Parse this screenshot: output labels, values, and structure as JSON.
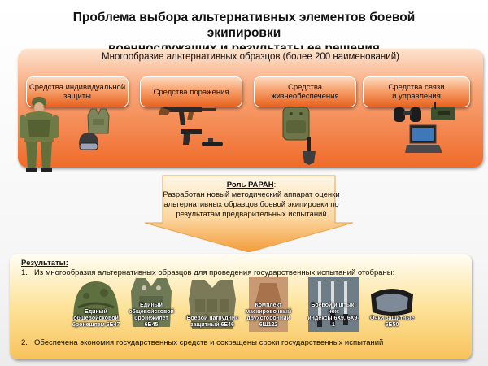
{
  "title": "Проблема выбора альтернативных элементов боевой экипировки\nвоеннослужащих и результаты ее решения",
  "variety": {
    "heading": "Многообразие альтернативных образцов (более 200 наименований)",
    "categories": [
      {
        "label": "Средства индивидуальной\nзащиты",
        "icon": "body-armor-icon"
      },
      {
        "label": "Средства поражения",
        "icon": "rifle-icon"
      },
      {
        "label": "Средства\nжизнеобеспечения",
        "icon": "backpack-icon"
      },
      {
        "label": "Средства связи\nи управления",
        "icon": "radio-icon"
      }
    ]
  },
  "role": {
    "heading": "Роль РАРАН",
    "colon": ":",
    "text": "Разработан новый методический аппарат оценки альтернативных образцов боевой экипировки по результатам предварительных испытаний"
  },
  "results": {
    "heading": "Результаты",
    "colon": ":",
    "item1_num": "1.",
    "item1": "Из многообразия альтернативных образцов для проведения государственных испытаний отобраны:",
    "item2_num": "2.",
    "item2": "Обеспечена экономия государственных средств и сокращены сроки государственных испытаний",
    "selected": [
      {
        "label": "Единый\nобщевойсковой\nбронешлем 6Б47",
        "icon": "helmet-icon"
      },
      {
        "label": "Единый\nобщевойсковой\nбронежилет 6Б45",
        "icon": "vest-icon"
      },
      {
        "label": "Боевой нагрудник\nзащитный 6Е46",
        "icon": "chest-rig-icon"
      },
      {
        "label": "Комплект\nмаскировочный\nдвухсторонний\n6Ш122",
        "icon": "camo-suit-icon"
      },
      {
        "label": "Боевой и штык-нож\nиндексы 6Х9, 6Х9-1",
        "icon": "knife-icon"
      },
      {
        "label": "Очки защитные\n6Б50",
        "icon": "goggles-icon"
      }
    ]
  },
  "colors": {
    "top_panel": "#ef6b2a",
    "bottom_panel": "#f8c25c",
    "role_arrow": "#f7b35a"
  }
}
